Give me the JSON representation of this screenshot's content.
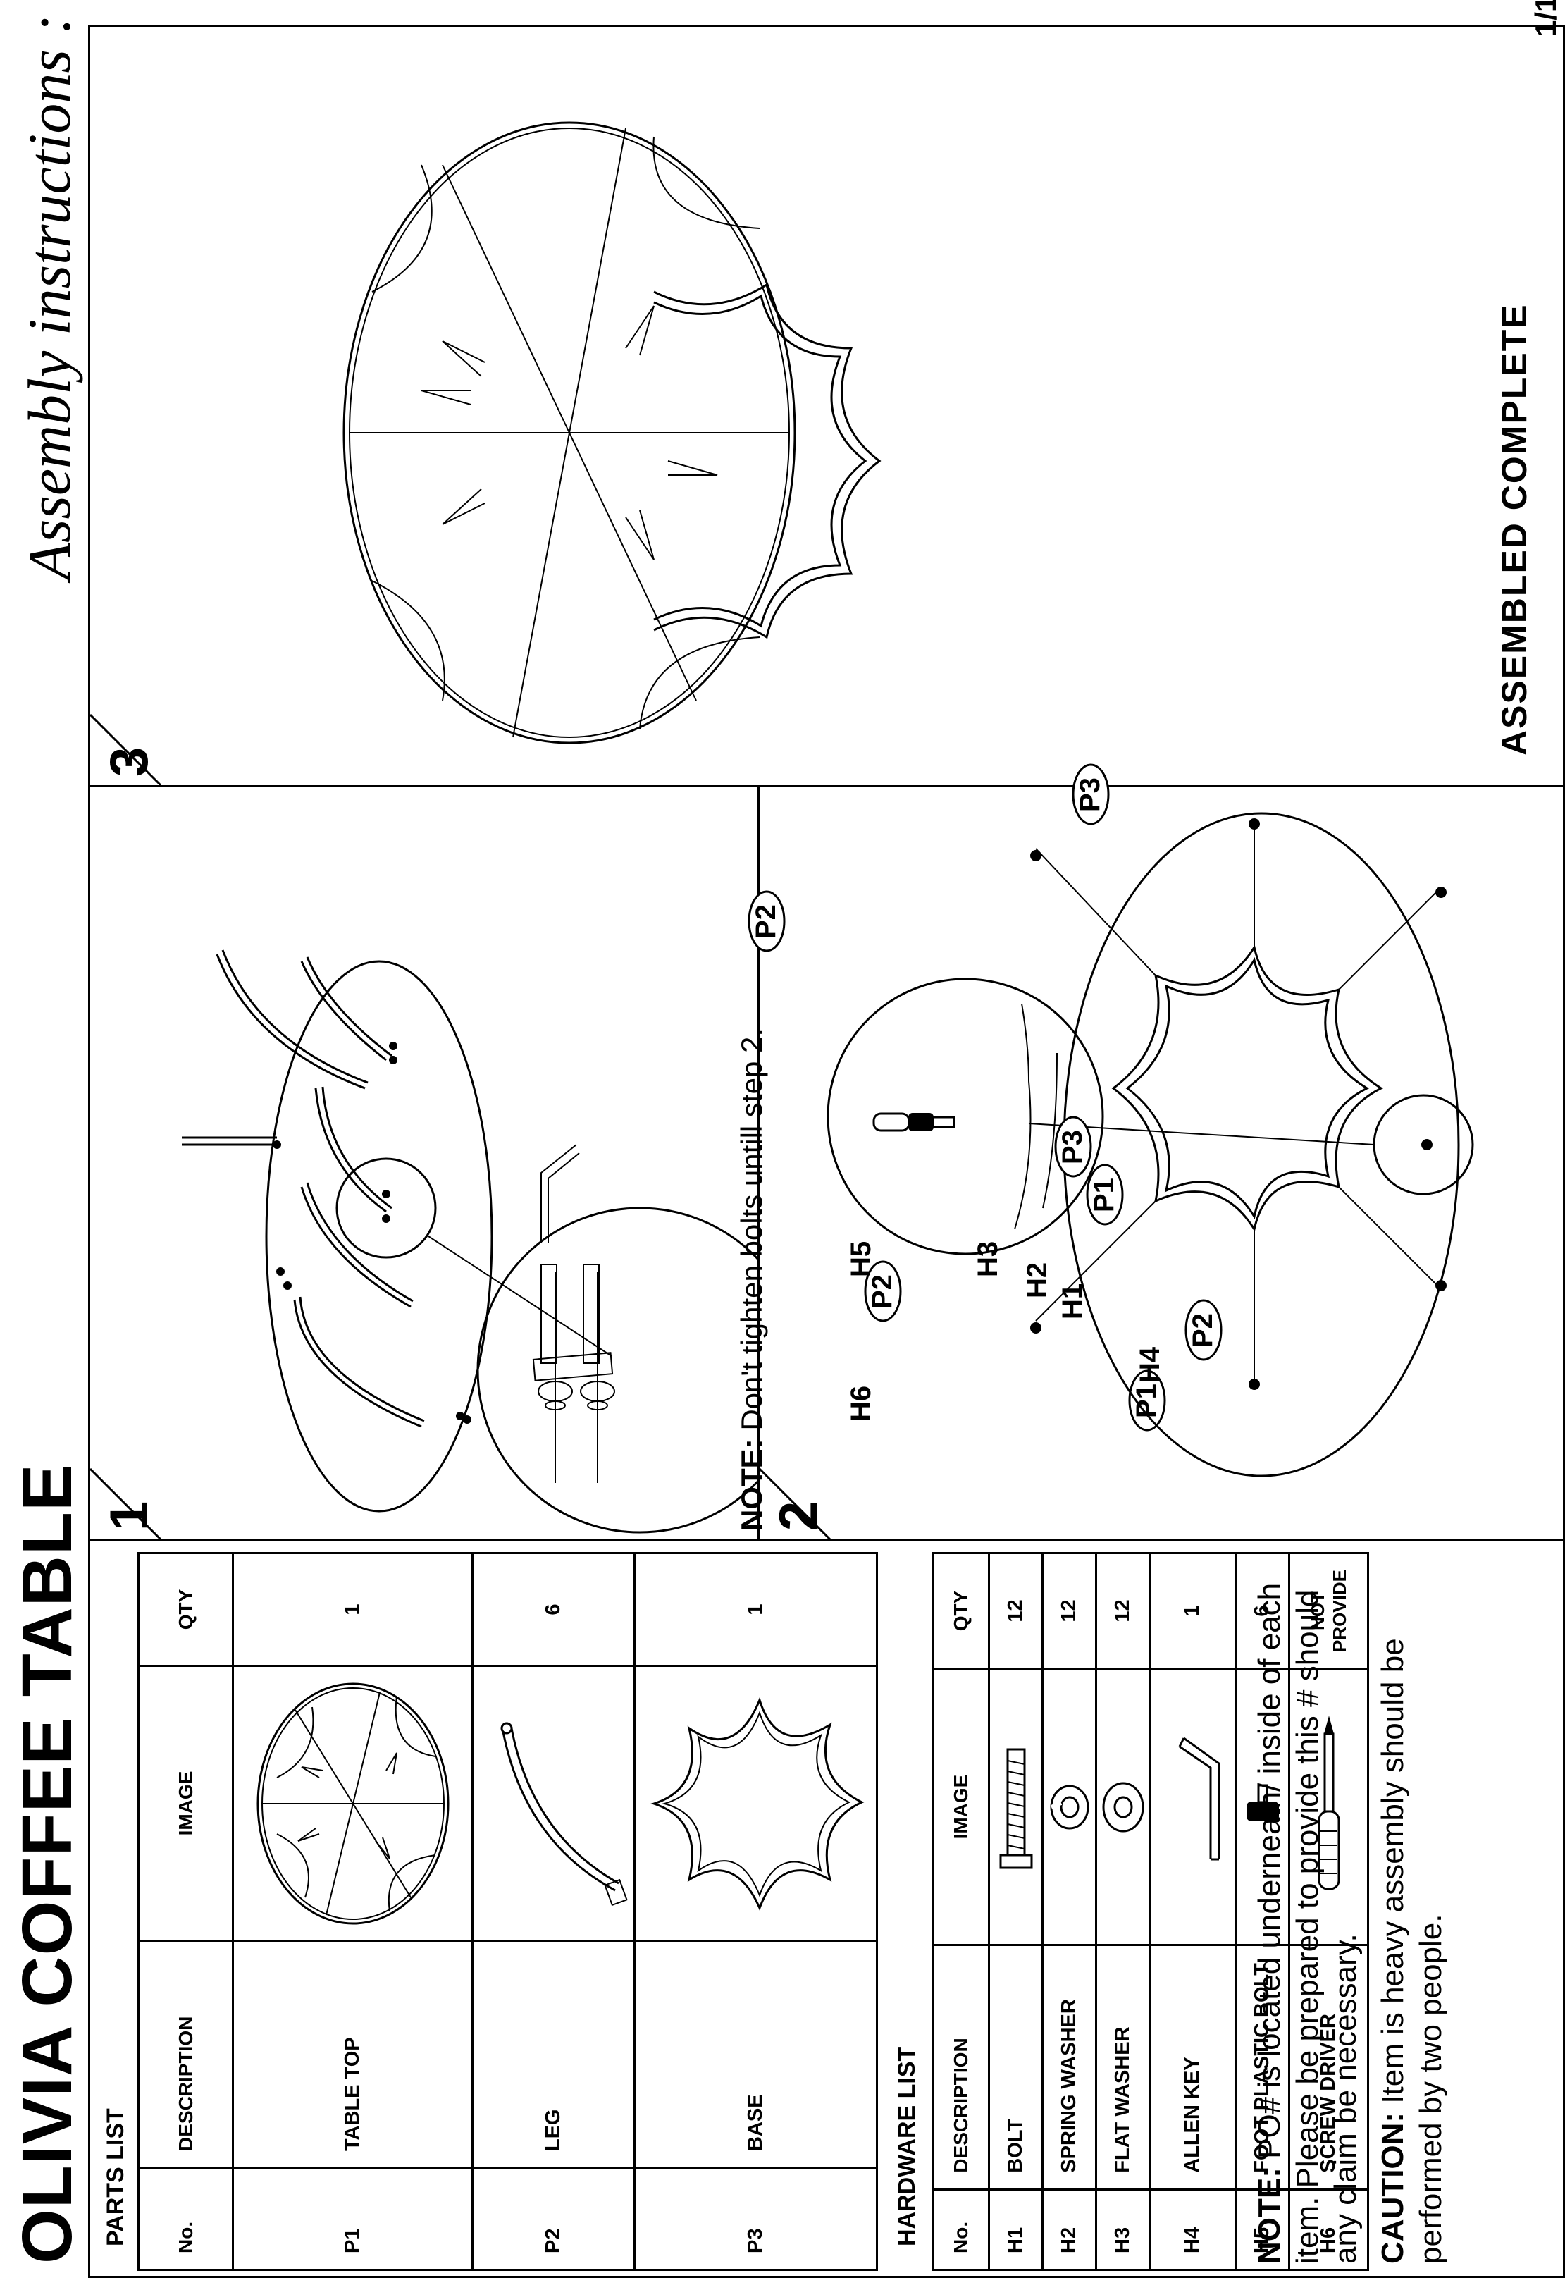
{
  "title": "OLIVIA COFFEE TABLE",
  "subtitle": "Assembly instructions :",
  "parts_list": {
    "heading": "PARTS LIST",
    "columns": [
      "No.",
      "DESCRIPTION",
      "IMAGE",
      "QTY"
    ],
    "rows": [
      {
        "no": "P1",
        "description": "TABLE TOP",
        "qty": "1"
      },
      {
        "no": "P2",
        "description": "LEG",
        "qty": "6"
      },
      {
        "no": "P3",
        "description": "BASE",
        "qty": "1"
      }
    ]
  },
  "hardware_list": {
    "heading": "HARDWARE LIST",
    "columns": [
      "No.",
      "DESCRIPTION",
      "IMAGE",
      "QTY"
    ],
    "rows": [
      {
        "no": "H1",
        "description": "BOLT",
        "qty": "12"
      },
      {
        "no": "H2",
        "description": "SPRING WASHER",
        "qty": "12"
      },
      {
        "no": "H3",
        "description": "FLAT WASHER",
        "qty": "12"
      },
      {
        "no": "H4",
        "description": "ALLEN KEY",
        "qty": "1"
      },
      {
        "no": "H5",
        "description": "FOOT PLASTIC BOLT",
        "qty": "6"
      },
      {
        "no": "H6",
        "description": "SCREW DRIVER",
        "qty": "NOT PROVIDE"
      }
    ]
  },
  "notes": {
    "note_label": "NOTE:",
    "note_text": " PO# is located underneath/ inside of each item. Please be prepared to provide this # should any claim be necessary.",
    "caution_label": "CAUTION:",
    "caution_text": " Item is heavy assembly should be performed by two people."
  },
  "steps": {
    "step1": {
      "number": "1",
      "labels": {
        "p1": "P1",
        "p2": "P2",
        "p1b": "P1",
        "p2b": "P2",
        "h1": "H1",
        "h2": "H2",
        "h3": "H3",
        "h4": "H4"
      }
    },
    "step2": {
      "number": "2",
      "note_label": "NOTE:",
      "note_text": " Don't tighten bolts untill step 2.",
      "labels": {
        "p2": "P2",
        "p3": "P3",
        "p3b": "P3",
        "h5": "H5",
        "h6": "H6"
      }
    },
    "step3": {
      "number": "3",
      "caption": "ASSEMBLED  COMPLETE"
    }
  },
  "page_number": "1/1"
}
